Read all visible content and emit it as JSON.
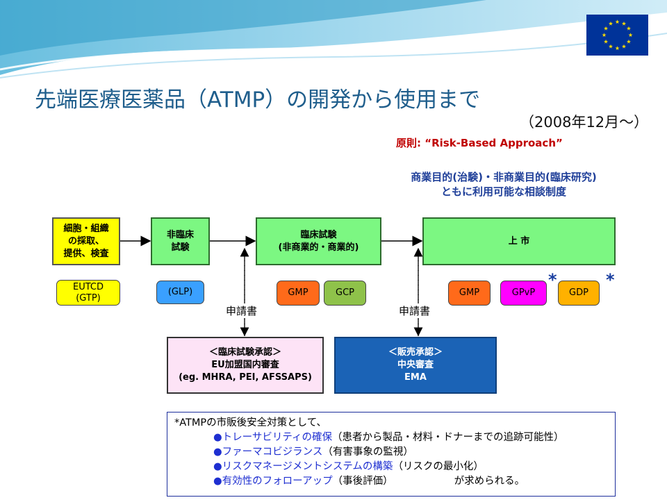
{
  "title": "先端医療医薬品（ATMP）の開発から使用まで",
  "subtitle": "（2008年12月～）",
  "principle": "原則: “Risk-Based Approach”",
  "consultation": {
    "line1": "商業目的(治験)・非商業目的(臨床研究)",
    "line2": "ともに利用可能な相談制度"
  },
  "stages": {
    "cells": {
      "l1": "細胞・組織",
      "l2": "の採取、",
      "l3": "提供、検査"
    },
    "nonclinical": {
      "l1": "非臨床",
      "l2": "試験"
    },
    "clinical": {
      "l1": "臨床試験",
      "l2": "(非商業的・商業的)"
    },
    "market": "上 市"
  },
  "standards": {
    "eutcd": {
      "l1": "EUTCD",
      "l2": "(GTP)"
    },
    "glp": "(GLP)",
    "gmp_clinical": "GMP",
    "gcp": "GCP",
    "gmp_market": "GMP",
    "gpvp": "GPvP",
    "gdp": "GDP",
    "star": "*"
  },
  "application_label": "申請書",
  "approvals": {
    "clinical": {
      "l1": "＜臨床試験承認＞",
      "l2": "EU加盟国内審査",
      "l3": "(eg. MHRA, PEI, AFSSAPS)"
    },
    "marketing": {
      "l1": "＜販売承認＞",
      "l2": "中央審査",
      "l3": "EMA"
    }
  },
  "note": {
    "intro": "*ATMPの市販後安全対策として、",
    "bullet": "●",
    "items": [
      {
        "label": "トレーサビリティの確保",
        "detail": "（患者から製品・材料・ドナーまでの追跡可能性）"
      },
      {
        "label": "ファーマコビジランス",
        "detail": "（有害事象の監視）"
      },
      {
        "label": "リスクマネージメントシステムの構築",
        "detail": "（リスクの最小化）"
      },
      {
        "label": "有効性のフォローアップ",
        "detail": "（事後評価）"
      }
    ],
    "conclusion": "が求められる。"
  },
  "colors": {
    "title": "#1f5e8c",
    "stage_green": "#7cf782",
    "cells_yellow": "#ffff00",
    "gmp_orange": "#ff6a1a",
    "gcp_green": "#8fc24a",
    "gpvp_magenta": "#ff00ff",
    "gdp_orange": "#ffb100",
    "glp_blue": "#3aa0ff",
    "ema_blue": "#1b63b6",
    "clinical_pink": "#fde3f6",
    "eu_blue": "#003399",
    "eu_star": "#ffdd00"
  },
  "icons": {
    "eu_flag": "eu-flag-icon"
  }
}
